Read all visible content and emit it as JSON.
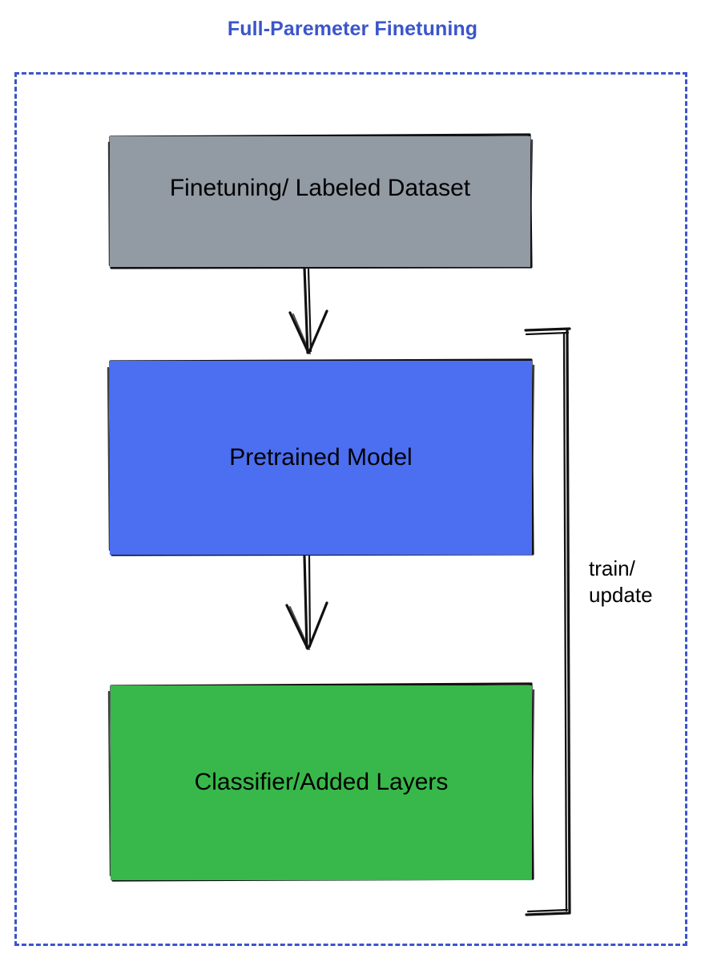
{
  "diagram": {
    "title": "Full-Paremeter Finetuning",
    "title_color": "#3b55cc",
    "frame": {
      "style": "dashed",
      "color": "#3b55cc"
    },
    "nodes": [
      {
        "id": "dataset",
        "label": "Finetuning/ Labeled Dataset",
        "fill": "#929aa4",
        "text_color": "#000000",
        "shape": "rectangle"
      },
      {
        "id": "pretrained",
        "label": "Pretrained Model",
        "fill": "#4c6ef0",
        "text_color": "#000000",
        "shape": "rectangle"
      },
      {
        "id": "classifier",
        "label": "Classifier/Added Layers",
        "fill": "#38b84a",
        "text_color": "#000000",
        "shape": "rectangle"
      }
    ],
    "edges": [
      {
        "id": "dataset-to-pretrained",
        "from": "dataset",
        "to": "pretrained",
        "label": "",
        "arrow": "down"
      },
      {
        "id": "pretrained-to-classifier",
        "from": "pretrained",
        "to": "classifier",
        "label": "",
        "arrow": "down"
      },
      {
        "id": "feedback-loop",
        "from": "classifier",
        "to": "pretrained",
        "label_line1": "train/",
        "label_line2": "update",
        "label": "train/\nupdate",
        "arrow": "none"
      }
    ]
  }
}
